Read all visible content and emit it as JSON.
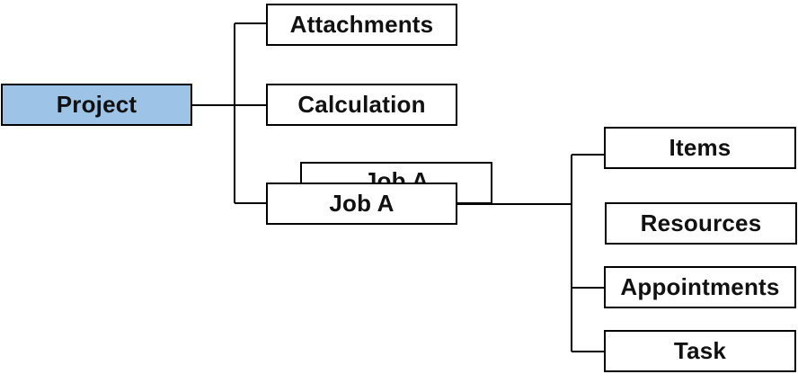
{
  "colors": {
    "root_fill": "#9dc3e6",
    "node_fill": "#ffffff",
    "line": "#000000"
  },
  "diagram": {
    "type": "tree",
    "root": {
      "label": "Project"
    },
    "level1": [
      {
        "label": "Attachments"
      },
      {
        "label": "Calculation"
      },
      {
        "label": "Job A"
      }
    ],
    "stacked_duplicate": {
      "label": "Job A"
    },
    "level2": [
      {
        "label": "Items"
      },
      {
        "label": "Resources"
      },
      {
        "label": "Appointments"
      },
      {
        "label": "Task"
      }
    ]
  }
}
